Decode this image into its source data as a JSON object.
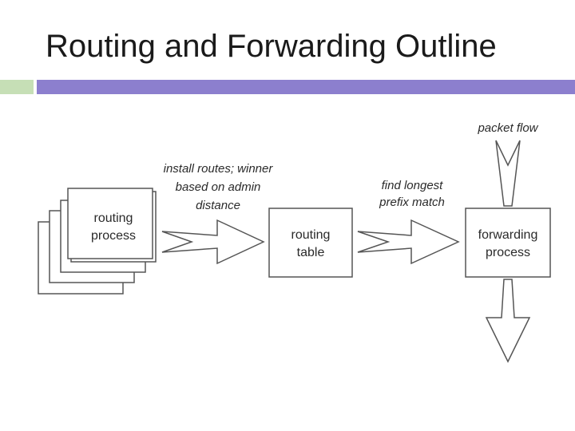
{
  "title": "Routing and Forwarding Outline",
  "colors": {
    "accent_green": "#c6dfb6",
    "accent_purple": "#8c7fce",
    "line": "#555555"
  },
  "diagram": {
    "routing_process": {
      "line1": "routing",
      "line2": "process"
    },
    "routing_table": {
      "line1": "routing",
      "line2": "table"
    },
    "forwarding_process": {
      "line1": "forwarding",
      "line2": "process"
    },
    "install_label": {
      "line1": "install routes; winner",
      "line2": "based on admin",
      "line3": "distance"
    },
    "lookup_label": {
      "line1": "find longest",
      "line2": "prefix match"
    },
    "packet_flow_label": "packet flow"
  }
}
